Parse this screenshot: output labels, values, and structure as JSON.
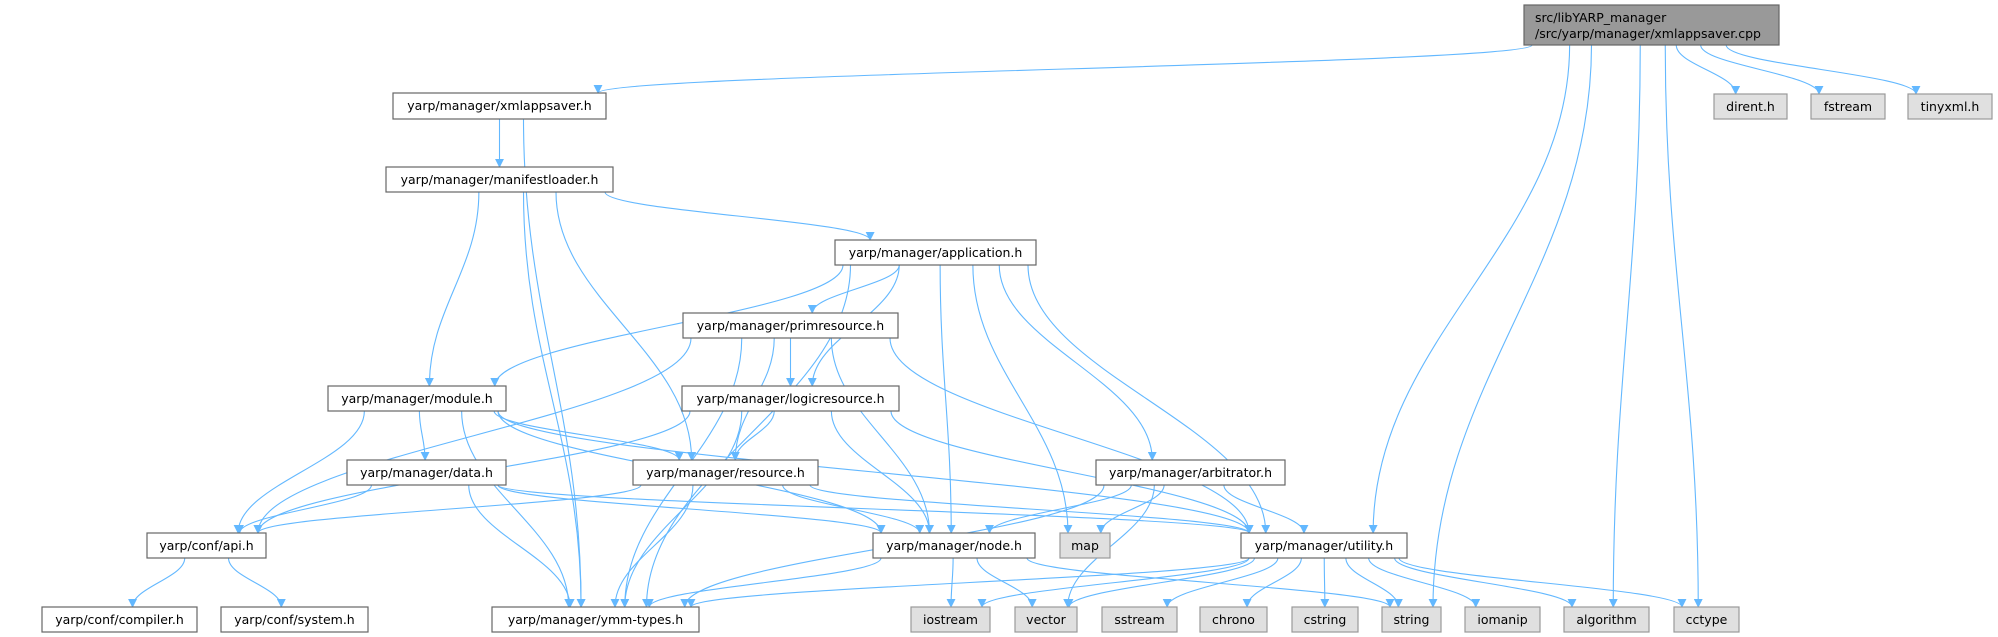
{
  "graph": {
    "edge_color": "#63b8ff",
    "root_fill": "#999999",
    "external_fill": "#e0e0e0",
    "nodes": {
      "root": {
        "lines": [
          "src/libYARP_manager",
          "/src/yarp/manager/xmlappsaver.cpp"
        ],
        "kind": "root"
      },
      "xmlappsaver": {
        "label": "yarp/manager/xmlappsaver.h",
        "kind": "header"
      },
      "dirent": {
        "label": "dirent.h",
        "kind": "external"
      },
      "fstream": {
        "label": "fstream",
        "kind": "external"
      },
      "tinyxml": {
        "label": "tinyxml.h",
        "kind": "external"
      },
      "manifestloader": {
        "label": "yarp/manager/manifestloader.h",
        "kind": "header"
      },
      "application": {
        "label": "yarp/manager/application.h",
        "kind": "header"
      },
      "primresource": {
        "label": "yarp/manager/primresource.h",
        "kind": "header"
      },
      "module": {
        "label": "yarp/manager/module.h",
        "kind": "header"
      },
      "logicresource": {
        "label": "yarp/manager/logicresource.h",
        "kind": "header"
      },
      "data": {
        "label": "yarp/manager/data.h",
        "kind": "header"
      },
      "resource": {
        "label": "yarp/manager/resource.h",
        "kind": "header"
      },
      "arbitrator": {
        "label": "yarp/manager/arbitrator.h",
        "kind": "header"
      },
      "api": {
        "label": "yarp/conf/api.h",
        "kind": "header"
      },
      "node": {
        "label": "yarp/manager/node.h",
        "kind": "header"
      },
      "map": {
        "label": "map",
        "kind": "external"
      },
      "utility": {
        "label": "yarp/manager/utility.h",
        "kind": "header"
      },
      "compiler": {
        "label": "yarp/conf/compiler.h",
        "kind": "header"
      },
      "system": {
        "label": "yarp/conf/system.h",
        "kind": "header"
      },
      "ymmtypes": {
        "label": "yarp/manager/ymm-types.h",
        "kind": "header"
      },
      "iostream": {
        "label": "iostream",
        "kind": "external"
      },
      "vector": {
        "label": "vector",
        "kind": "external"
      },
      "sstream": {
        "label": "sstream",
        "kind": "external"
      },
      "chrono": {
        "label": "chrono",
        "kind": "external"
      },
      "cstring": {
        "label": "cstring",
        "kind": "external"
      },
      "string": {
        "label": "string",
        "kind": "external"
      },
      "iomanip": {
        "label": "iomanip",
        "kind": "external"
      },
      "algorithm": {
        "label": "algorithm",
        "kind": "external"
      },
      "cctype": {
        "label": "cctype",
        "kind": "external"
      }
    },
    "edges": [
      [
        "root",
        "xmlappsaver"
      ],
      [
        "root",
        "dirent"
      ],
      [
        "root",
        "fstream"
      ],
      [
        "root",
        "tinyxml"
      ],
      [
        "root",
        "utility"
      ],
      [
        "root",
        "string"
      ],
      [
        "root",
        "algorithm"
      ],
      [
        "root",
        "cctype"
      ],
      [
        "xmlappsaver",
        "manifestloader"
      ],
      [
        "xmlappsaver",
        "ymmtypes"
      ],
      [
        "manifestloader",
        "application"
      ],
      [
        "manifestloader",
        "module"
      ],
      [
        "manifestloader",
        "resource"
      ],
      [
        "manifestloader",
        "ymmtypes"
      ],
      [
        "application",
        "primresource"
      ],
      [
        "application",
        "logicresource"
      ],
      [
        "application",
        "module"
      ],
      [
        "application",
        "node"
      ],
      [
        "application",
        "map"
      ],
      [
        "application",
        "arbitrator"
      ],
      [
        "application",
        "utility"
      ],
      [
        "application",
        "ymmtypes"
      ],
      [
        "primresource",
        "logicresource"
      ],
      [
        "primresource",
        "resource"
      ],
      [
        "primresource",
        "node"
      ],
      [
        "primresource",
        "utility"
      ],
      [
        "primresource",
        "api"
      ],
      [
        "primresource",
        "ymmtypes"
      ],
      [
        "logicresource",
        "resource"
      ],
      [
        "logicresource",
        "node"
      ],
      [
        "logicresource",
        "utility"
      ],
      [
        "logicresource",
        "api"
      ],
      [
        "logicresource",
        "ymmtypes"
      ],
      [
        "module",
        "data"
      ],
      [
        "module",
        "resource"
      ],
      [
        "module",
        "node"
      ],
      [
        "module",
        "utility"
      ],
      [
        "module",
        "api"
      ],
      [
        "module",
        "ymmtypes"
      ],
      [
        "data",
        "node"
      ],
      [
        "data",
        "utility"
      ],
      [
        "data",
        "api"
      ],
      [
        "data",
        "ymmtypes"
      ],
      [
        "resource",
        "node"
      ],
      [
        "resource",
        "utility"
      ],
      [
        "resource",
        "api"
      ],
      [
        "resource",
        "ymmtypes"
      ],
      [
        "arbitrator",
        "node"
      ],
      [
        "arbitrator",
        "map"
      ],
      [
        "arbitrator",
        "utility"
      ],
      [
        "arbitrator",
        "ymmtypes"
      ],
      [
        "arbitrator",
        "vector"
      ],
      [
        "node",
        "ymmtypes"
      ],
      [
        "node",
        "iostream"
      ],
      [
        "node",
        "vector"
      ],
      [
        "node",
        "string"
      ],
      [
        "utility",
        "ymmtypes"
      ],
      [
        "utility",
        "iostream"
      ],
      [
        "utility",
        "vector"
      ],
      [
        "utility",
        "sstream"
      ],
      [
        "utility",
        "chrono"
      ],
      [
        "utility",
        "cstring"
      ],
      [
        "utility",
        "string"
      ],
      [
        "utility",
        "iomanip"
      ],
      [
        "utility",
        "algorithm"
      ],
      [
        "utility",
        "cctype"
      ],
      [
        "api",
        "compiler"
      ],
      [
        "api",
        "system"
      ]
    ]
  }
}
